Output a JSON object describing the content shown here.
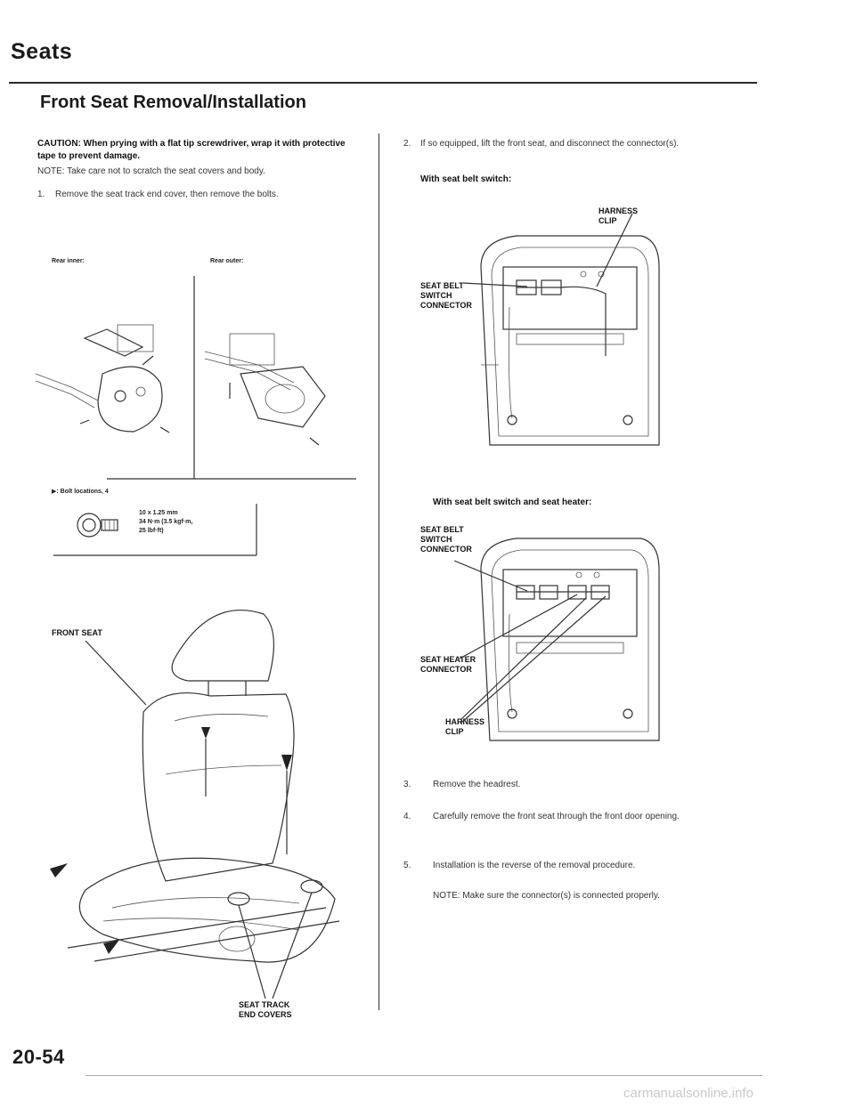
{
  "header": {
    "section": "Seats",
    "title": "Front Seat Removal/Installation"
  },
  "left": {
    "caution_label": "CAUTION:",
    "caution_text": "When prying with a flat tip screwdriver, wrap it with protective tape to prevent damage.",
    "note_label": "NOTE:",
    "note_text": "Take care not to scratch the seat covers and body.",
    "step1_num": "1.",
    "step1_text": "Remove the seat track end cover, then remove the bolts.",
    "rear_inner": "Rear inner:",
    "rear_outer": "Rear outer:",
    "bolt_locations": "▶: Bolt locations, 4",
    "bolt_spec": [
      "10 x 1.25 mm",
      "34 N·m (3.5 kgf·m,",
      "25 lbf·ft)"
    ],
    "front_seat": "FRONT SEAT",
    "seat_track": [
      "SEAT TRACK",
      "END COVERS"
    ]
  },
  "right": {
    "step2_num": "2.",
    "step2_text": "If so equipped, lift the front seat, and disconnect the connector(s).",
    "with_switch": "With seat belt switch:",
    "harness_clip_1": [
      "HARNESS",
      "CLIP"
    ],
    "seat_belt_conn_1": [
      "SEAT BELT",
      "SWITCH",
      "CONNECTOR"
    ],
    "with_switch_heater": "With seat belt switch and seat heater:",
    "seat_belt_conn_2": [
      "SEAT BELT",
      "SWITCH",
      "CONNECTOR"
    ],
    "seat_heater_conn": [
      "SEAT HEATER",
      "CONNECTOR"
    ],
    "harness_clip_2": [
      "HARNESS",
      "CLIP"
    ],
    "step3_num": "3.",
    "step3_text": "Remove the headrest.",
    "step4_num": "4.",
    "step4_text": "Carefully remove the front seat through the front door opening.",
    "step5_num": "5.",
    "step5_text": "Installation is the reverse of the removal procedure.",
    "note2_label": "NOTE:",
    "note2_text": "Make sure the connector(s) is connected properly."
  },
  "footer": {
    "page_number": "20-54",
    "watermark": "carmanualsonline.info"
  }
}
